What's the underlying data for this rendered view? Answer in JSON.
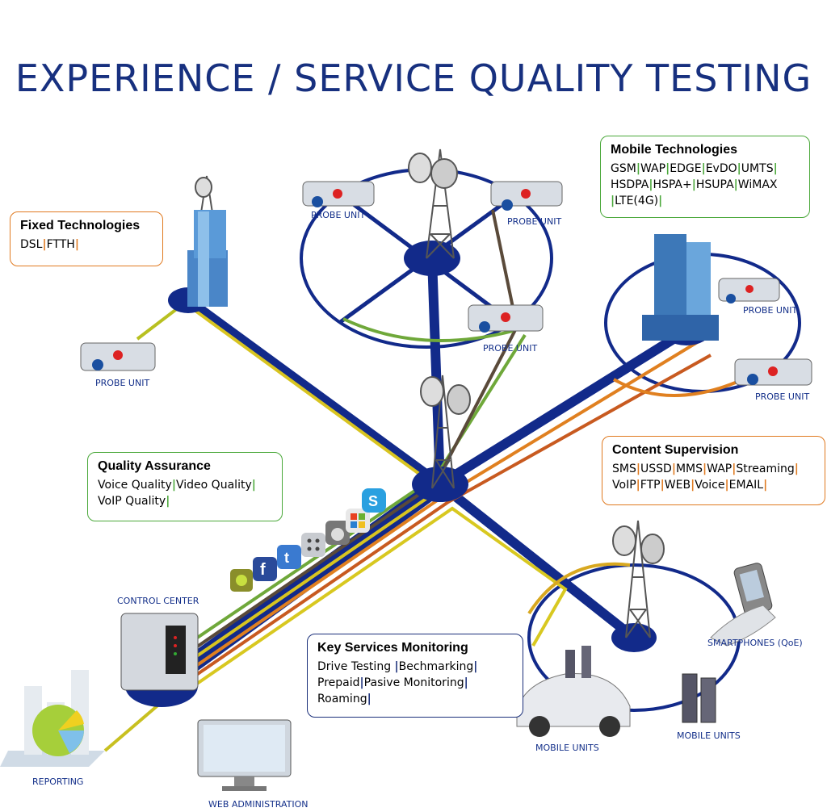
{
  "title": "EXPERIENCE / SERVICE QUALITY TESTING",
  "colors": {
    "title": "#17307f",
    "backbone": "#122a8a",
    "green_box": "#4aa83a",
    "orange_box": "#e07a20",
    "navy_box": "#1a2f7a"
  },
  "boxes": {
    "mobile": {
      "heading": "Mobile Technologies",
      "lines": [
        "GSM|WAP|EDGE|EvDO|UMTS|",
        "HSDPA|HSPA+|HSUPA|WiMAX",
        "|LTE(4G)|"
      ]
    },
    "fixed": {
      "heading": "Fixed Technologies",
      "lines": [
        "DSL|FTTH|"
      ]
    },
    "quality": {
      "heading": "Quality Assurance",
      "lines": [
        "Voice Quality|Video Quality|",
        "VoIP Quality|"
      ]
    },
    "content": {
      "heading": "Content Supervision",
      "lines": [
        "SMS|USSD|MMS|WAP|Streaming|",
        "VoIP|FTP|WEB|Voice|EMAIL|"
      ]
    },
    "keyservices": {
      "heading": "Key Services Monitoring",
      "lines": [
        "Drive Testing |Bechmarking|",
        "Prepaid|Pasive Monitoring|",
        "Roaming|"
      ]
    }
  },
  "labels": {
    "probe_top_left": "PROBE UNIT",
    "probe_top_right": "PROBE UNIT",
    "probe_mid": "PROBE UNIT",
    "probe_left": "PROBE UNIT",
    "probe_right1": "PROBE UNIT",
    "probe_right2": "PROBE UNIT",
    "control_center": "CONTROL CENTER",
    "reporting": "REPORTING",
    "web_admin": "WEB ADMINISTRATION",
    "smartphones": "SMARTPHONES (QoE)",
    "mobile_units_car": "MOBILE UNITS",
    "mobile_units_right": "MOBILE UNITS"
  },
  "app_icons": [
    "android-icon",
    "facebook-icon",
    "twitter-icon",
    "blackberry-icon",
    "apple-icon",
    "windows-icon",
    "skype-icon"
  ]
}
